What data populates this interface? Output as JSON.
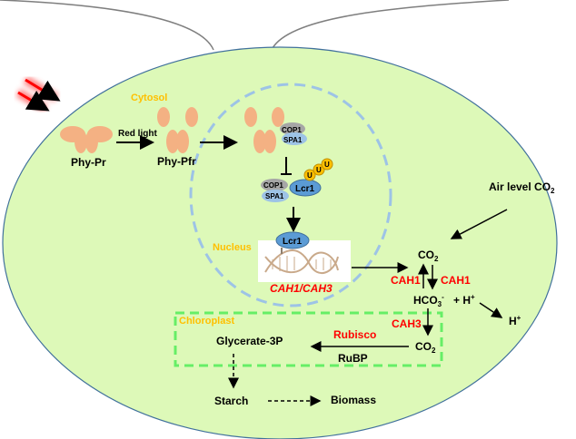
{
  "colors": {
    "cell": "#ddf9b8",
    "cell_border": "#41719c",
    "phy": "#f4b183",
    "nucleus": "#9dc3e6",
    "chloroplast": "#66ee66",
    "lcr1": "#5b9bd5",
    "cop1": "#a6a6a6",
    "spa1": "#9dc3e6",
    "ubiquitin": "#ffc000",
    "enzyme": "#ff0000",
    "compartment": "#ffc000"
  },
  "compartments": {
    "cytosol": "Cytosol",
    "nucleus": "Nucleus",
    "chloroplast": "Chloroplast"
  },
  "proteins": {
    "phy_pr": "Phy-Pr",
    "phy_pfr": "Phy-Pfr",
    "cop1": "COP1",
    "spa1": "SPA1",
    "lcr1": "Lcr1",
    "ubiquitin": "U"
  },
  "arrows": {
    "red_light": "Red light"
  },
  "genes": "CAH1/CAH3",
  "co2_path": {
    "air": "Air level CO",
    "air_sub": "2",
    "co2": "CO",
    "sub2": "2",
    "hco3": "HCO",
    "hco3_sub": "3",
    "hco3_sup": "-",
    "plus_h": "+ H",
    "h_sup": "+",
    "h_out": "H",
    "cah1_left": "CAH1",
    "cah1_right": "CAH1",
    "cah3": "CAH3",
    "rubisco": "Rubisco",
    "rubp": "RuBP"
  },
  "products": {
    "g3p": "Glycerate-3P",
    "starch": "Starch",
    "biomass": "Biomass"
  }
}
